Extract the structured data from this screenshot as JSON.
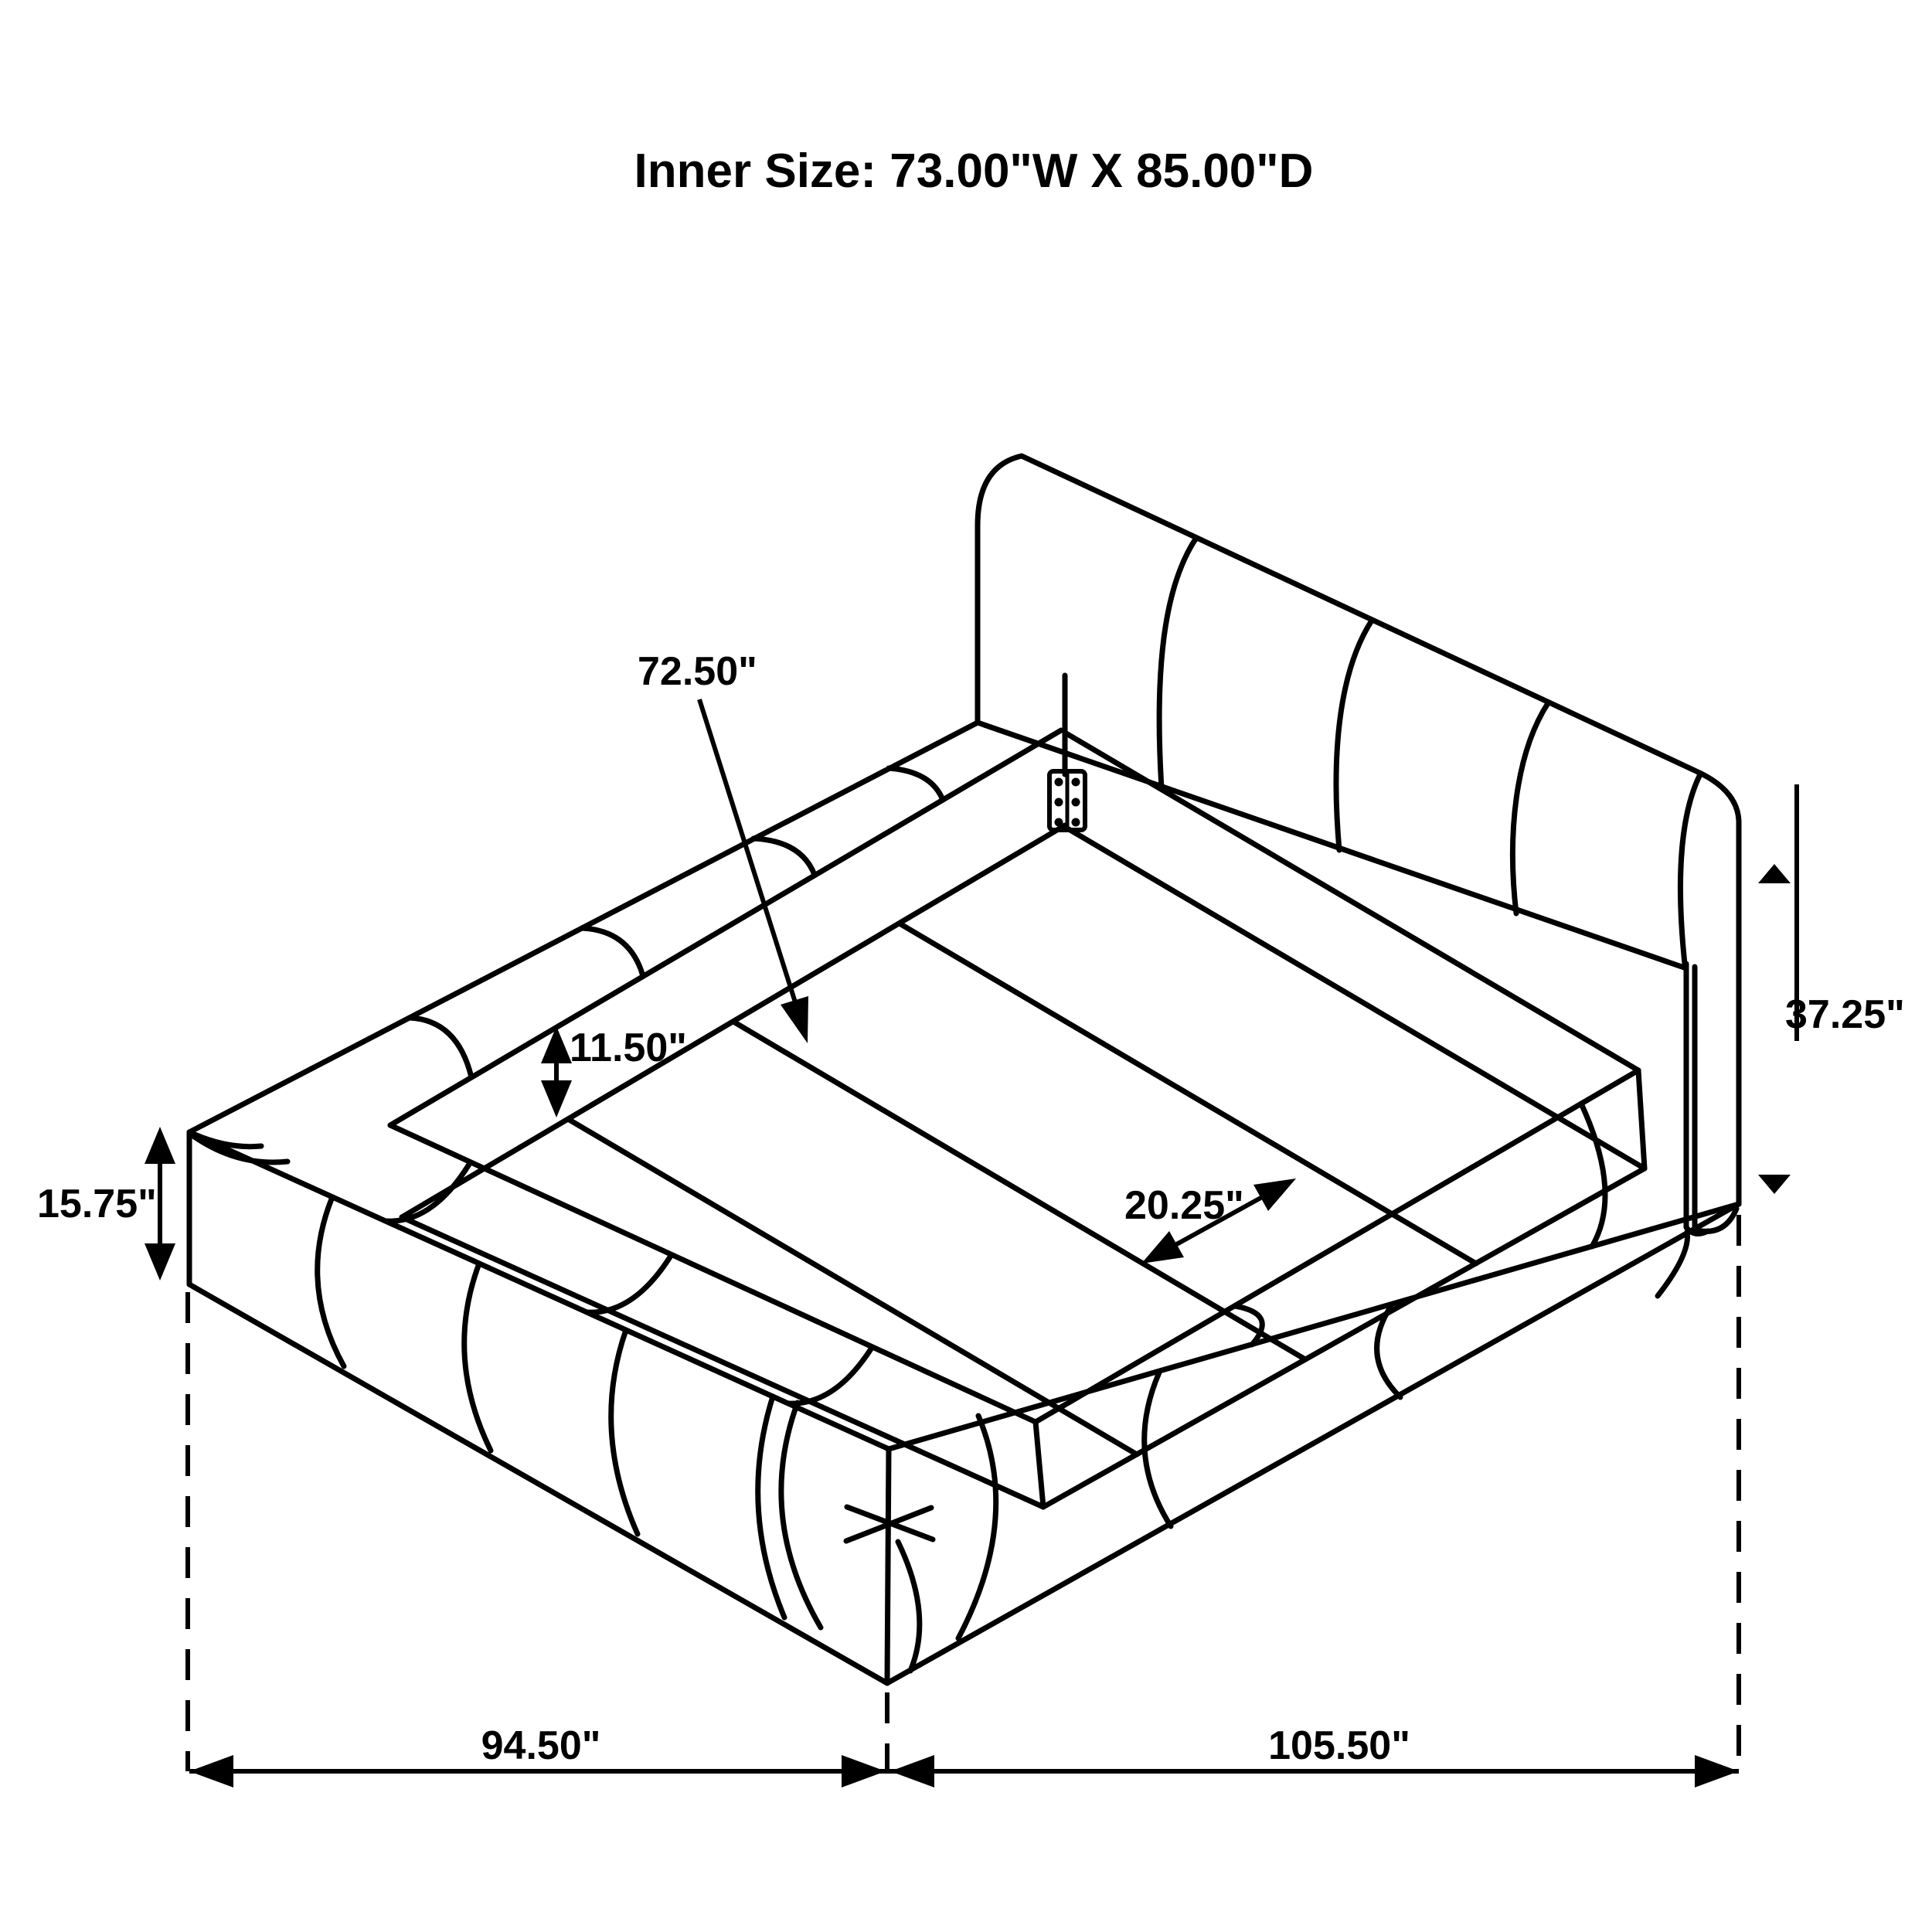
{
  "title": "Inner Size: 73.00\"W X 85.00\"D",
  "dimensions": {
    "slat_length": "72.50\"",
    "rail_height": "11.50\"",
    "base_height": "15.75\"",
    "slat_width": "20.25\"",
    "headboard_height": "37.25\"",
    "footprint_left": "94.50\"",
    "footprint_right": "105.50\""
  },
  "colors": {
    "line": "#000000",
    "background": "#ffffff"
  }
}
